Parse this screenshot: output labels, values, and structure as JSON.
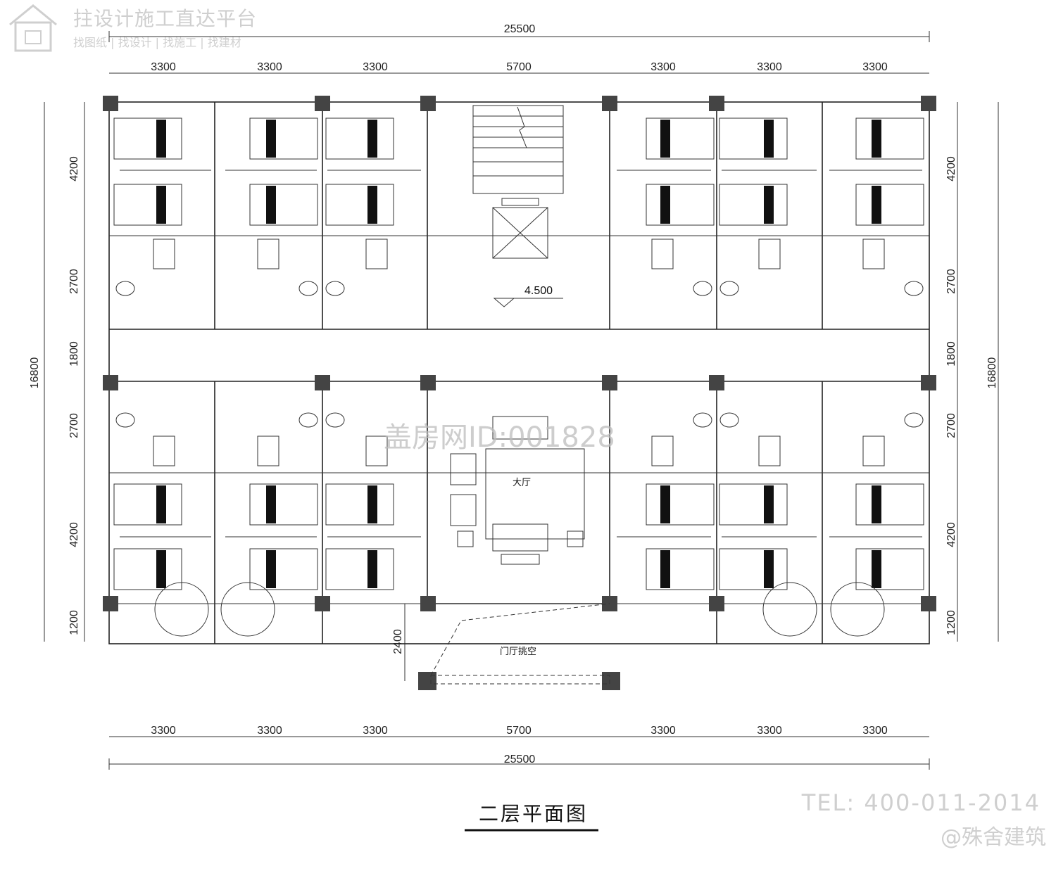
{
  "watermark": {
    "title": "拄设计施工直达平台",
    "subtitle": "找图纸 | 找设计 | 找施工 | 找建材",
    "center": "盖房网ID:001828",
    "logo_icon": "house-logo-icon"
  },
  "dimensions": {
    "top_total": "25500",
    "bottom_total": "25500",
    "top_segments": [
      "3300",
      "3300",
      "3300",
      "5700",
      "3300",
      "3300",
      "3300"
    ],
    "bottom_segments": [
      "3300",
      "3300",
      "3300",
      "5700",
      "3300",
      "3300",
      "3300"
    ],
    "left_segments": [
      "4200",
      "2700",
      "1800",
      "2700",
      "4200",
      "1200"
    ],
    "right_segments": [
      "4200",
      "2700",
      "1800",
      "2700",
      "4200",
      "1200"
    ],
    "left_total": "16800",
    "right_total": "16800",
    "porch_depth": "2400"
  },
  "labels": {
    "hall": "大厅",
    "porch_void": "门厅挑空",
    "elevation": "4.500"
  },
  "footer": {
    "drawing_title": "二层平面图",
    "tel": "TEL: 400-011-2014",
    "brand": "@殊舍建筑"
  }
}
